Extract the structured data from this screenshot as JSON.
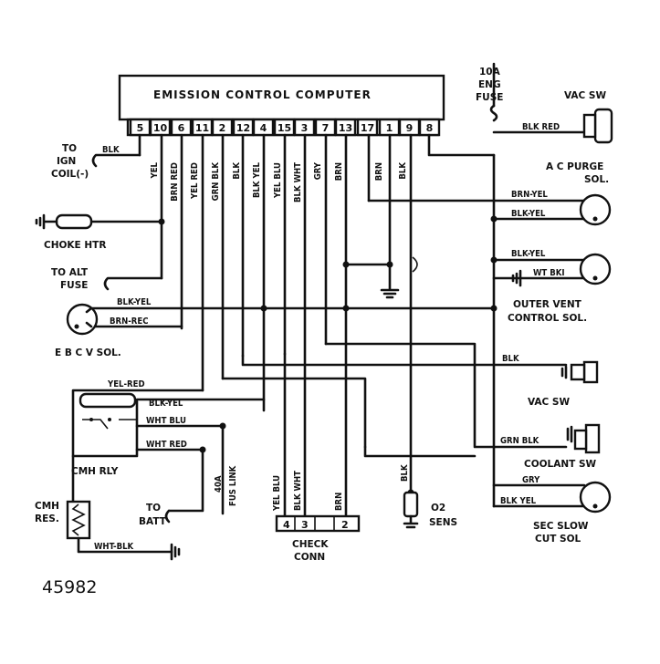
{
  "computer": {
    "title": "EMISSION CONTROL COMPUTER",
    "pins": [
      "5",
      "10",
      "6",
      "11",
      "2",
      "12",
      "4",
      "15",
      "3",
      "7",
      "13",
      "17",
      "1",
      "9",
      "8"
    ]
  },
  "fuse": {
    "line1": "10A",
    "line2": "ENG",
    "line3": "FUSE"
  },
  "left": {
    "to_ign_coil": [
      "TO",
      "IGN",
      "COIL(-)"
    ],
    "choke_htr": "CHOKE HTR",
    "to_alt_fuse": [
      "TO ALT",
      "FUSE"
    ],
    "ebcv_sol": "E B C V SOL.",
    "cmh_rly": "CMH RLY",
    "cmh_res": [
      "CMH",
      "RES."
    ],
    "to_batt": [
      "TO",
      "BATT"
    ],
    "fus_link": [
      "40A",
      "FUS LINK"
    ]
  },
  "right": {
    "vac_sw_top": "VAC SW",
    "ac_purge": [
      "A C PURGE",
      "SOL."
    ],
    "outer_vent": [
      "OUTER VENT",
      "CONTROL SOL."
    ],
    "vac_sw_mid": "VAC SW",
    "coolant_sw": "COOLANT SW",
    "sec_slow": [
      "SEC SLOW",
      "CUT SOL"
    ],
    "o2_sens": [
      "O2",
      "SENS"
    ]
  },
  "check_conn": {
    "label": [
      "CHECK",
      "CONN"
    ],
    "pins": [
      "4",
      "3",
      "2"
    ]
  },
  "wires": {
    "blk": "BLK",
    "yel": "YEL",
    "brn_red": "BRN RED",
    "yel_red": "YEL RED",
    "grn_blk": "GRN BLK",
    "blk_v": "BLK",
    "blk_yel": "BLK YEL",
    "yel_blu": "YEL BLU",
    "blk_wht": "BLK WHT",
    "gry": "GRY",
    "brn": "BRN",
    "brn2": "BRN",
    "blk2": "BLK",
    "blk_red": "BLK RED",
    "brn_yel": "BRN-YEL",
    "blk_yel_r1": "BLK-YEL",
    "blk_yel_r2": "BLK-YEL",
    "wt_bki": "WT BKI",
    "blk_yel_l": "BLK-YEL",
    "brn_red_l": "BRN-REC",
    "blk_r": "BLK",
    "yel_red_l": "YEL-RED",
    "blk_yel_l2": "BLK-YEL",
    "wht_blu": "WHT BLU",
    "wht_red": "WHT RED",
    "grn_blk_r": "GRN BLK",
    "gry_r": "GRY",
    "blk_yel_r3": "BLK YEL",
    "wht_blk": "WHT-BLK",
    "cc_yel_blu": "YEL BLU",
    "cc_blk_wht": "BLK WHT",
    "cc_brn": "BRN",
    "o2_blk": "BLK"
  },
  "figure_number": "45982"
}
